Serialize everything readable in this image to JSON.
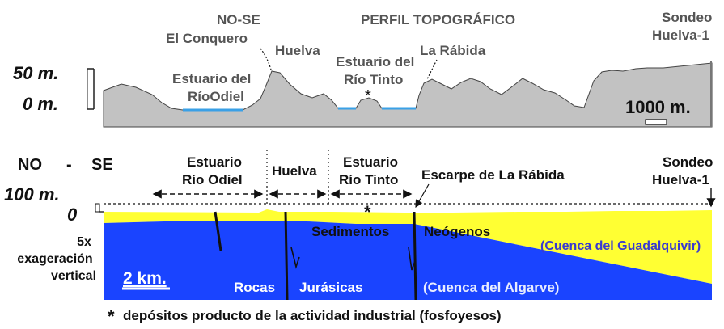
{
  "colors": {
    "terrain": "#c2c2c2",
    "water": "#3aa0e6",
    "sediments": "#ffff33",
    "rocks": "#1a44ff",
    "text_gray": "#555555"
  },
  "top_profile": {
    "direction": "NO-SE",
    "title": "PERFIL TOPOGRÁFICO",
    "scale_50": "50 m.",
    "scale_0": "0 m.",
    "horizontal_scale": "1000 m.",
    "labels": {
      "el_conquero": "El Conquero",
      "huelva": "Huelva",
      "estuario_odiel_1": "Estuario del",
      "estuario_odiel_2": "RíoOdiel",
      "estuario_tinto_1": "Estuario del",
      "estuario_tinto_2": "Río Tinto",
      "la_rabida": "La Rábida",
      "sondeo_1": "Sondeo",
      "sondeo_2": "Huelva-1",
      "asterisk": "*"
    }
  },
  "bottom_section": {
    "direction_no": "NO",
    "direction_dash": "-",
    "direction_se": "SE",
    "scale_100": "100 m.",
    "scale_0": "0",
    "exaggeration_1": "5x",
    "exaggeration_2": "exageración",
    "exaggeration_3": "vertical",
    "horizontal_scale": "2 km.",
    "labels": {
      "estuario_odiel_1": "Estuario",
      "estuario_odiel_2": "Río Odiel",
      "huelva": "Huelva",
      "estuario_tinto_1": "Estuario",
      "estuario_tinto_2": "Río Tinto",
      "escarpe": "Escarpe de La Rábida",
      "sondeo_1": "Sondeo",
      "sondeo_2": "Huelva-1",
      "asterisk": "*",
      "sedimentos": "Sedimentos",
      "neogenos": "Neógenos",
      "cuenca_guadalquivir": "(Cuenca del Guadalquivir)",
      "rocas": "Rocas",
      "jurasicas": "Jurásicas",
      "cuenca_algarve": "(Cuenca del Algarve)"
    }
  },
  "footnote": {
    "asterisk": "*",
    "text": "depósitos producto de la actividad industrial (fosfoyesos)"
  }
}
